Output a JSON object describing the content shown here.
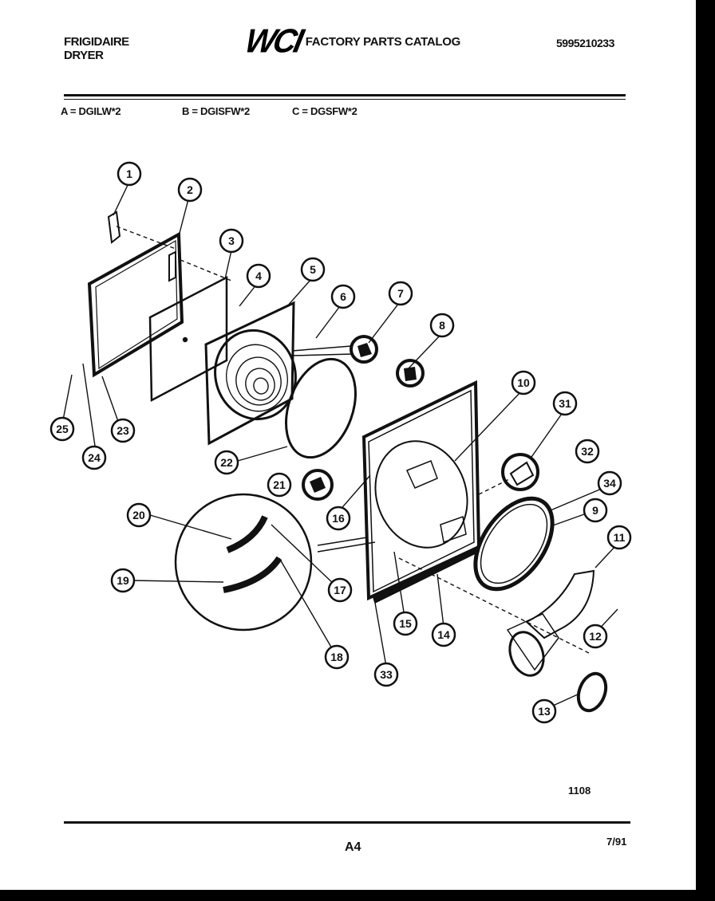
{
  "header": {
    "brand_line1": "FRIGIDAIRE",
    "brand_line2": "DRYER",
    "logo_text": "WCI",
    "catalog_title": "FACTORY PARTS CATALOG",
    "part_number": "5995210233"
  },
  "models": [
    "A = DGILW*2",
    "B = DGISFW*2",
    "C = DGSFW*2"
  ],
  "callouts": [
    "1",
    "2",
    "3",
    "4",
    "5",
    "6",
    "7",
    "8",
    "9",
    "10",
    "11",
    "12",
    "13",
    "14",
    "15",
    "16",
    "17",
    "18",
    "19",
    "20",
    "21",
    "22",
    "23",
    "24",
    "25",
    "31",
    "32",
    "33",
    "34"
  ],
  "footer": {
    "drawing_code": "1108",
    "page_id": "A4",
    "date": "7/91"
  }
}
